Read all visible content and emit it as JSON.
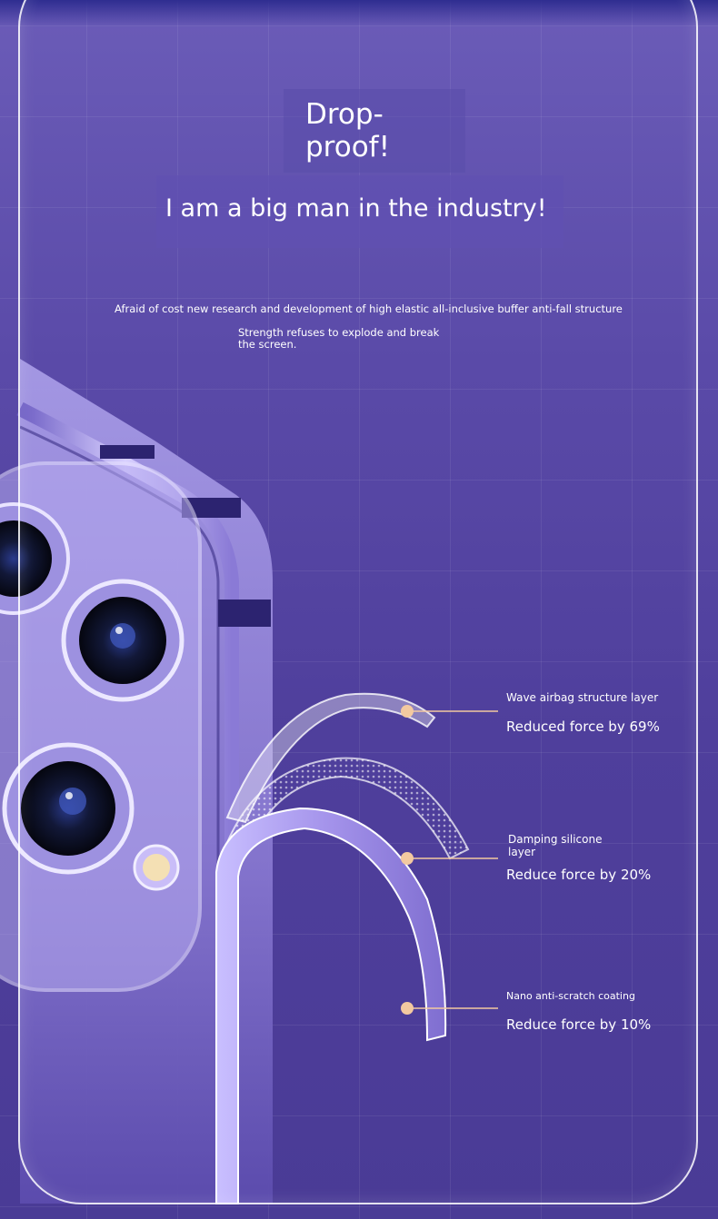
{
  "header": {
    "title": "Drop-\nproof!",
    "subtitle": "I am a big man in the industry!"
  },
  "description": {
    "line1": "Afraid of cost new research and development of high elastic all-inclusive buffer anti-fall structure",
    "line2": "Strength refuses to explode and break the screen."
  },
  "layers": [
    {
      "name": "Wave airbag structure layer",
      "value": "Reduced force by 69%"
    },
    {
      "name": "Damping silicone layer",
      "value": "Reduce force by 20%"
    },
    {
      "name": "Nano anti-scratch coating",
      "value": "Reduce force by 10%"
    }
  ],
  "colors": {
    "background": "#5a4aa8",
    "accent_dot": "#f3c9a0",
    "case_purple": "#b3a4f0"
  }
}
